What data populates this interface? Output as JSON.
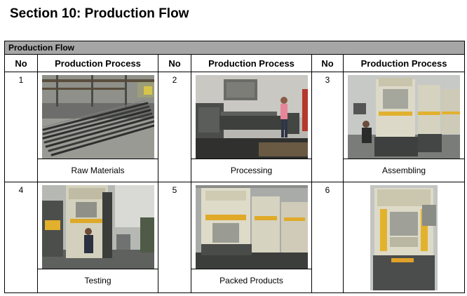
{
  "page": {
    "title": "Section 10: Production Flow"
  },
  "table": {
    "band_label": "Production Flow",
    "headers": [
      "No",
      "Production Process",
      "No",
      "Production Process",
      "No",
      "Production Process"
    ],
    "rows": [
      [
        {
          "no": "1",
          "caption": "Raw Materials",
          "image": "steel-bars-photo"
        },
        {
          "no": "2",
          "caption": "Processing",
          "image": "lathe-worker-photo"
        },
        {
          "no": "3",
          "caption": "Assembling",
          "image": "press-assembly-photo"
        }
      ],
      [
        {
          "no": "4",
          "caption": "Testing",
          "image": "press-testing-photo"
        },
        {
          "no": "5",
          "caption": "Packed Products",
          "image": "packed-presses-photo"
        },
        {
          "no": "6",
          "caption": "",
          "image": "press-machine-photo"
        }
      ]
    ]
  }
}
